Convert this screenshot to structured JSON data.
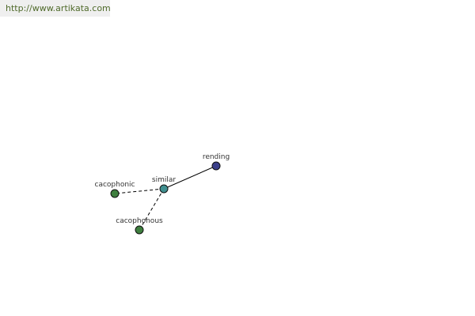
{
  "site_url": "http://www.artikata.com",
  "nodes": [
    {
      "id": "similar",
      "label": "similar",
      "color": "#3f8f8f"
    },
    {
      "id": "rending",
      "label": "rending",
      "color": "#3a3f8a"
    },
    {
      "id": "cacophonic",
      "label": "cacophonic",
      "color": "#3f7f3f"
    },
    {
      "id": "cacophonous",
      "label": "cacophonous",
      "color": "#3f7f3f"
    }
  ],
  "edges": [
    {
      "from": "similar",
      "to": "rending",
      "style": "solid"
    },
    {
      "from": "similar",
      "to": "cacophonic",
      "style": "dashed"
    },
    {
      "from": "similar",
      "to": "cacophonous",
      "style": "dashed"
    }
  ]
}
